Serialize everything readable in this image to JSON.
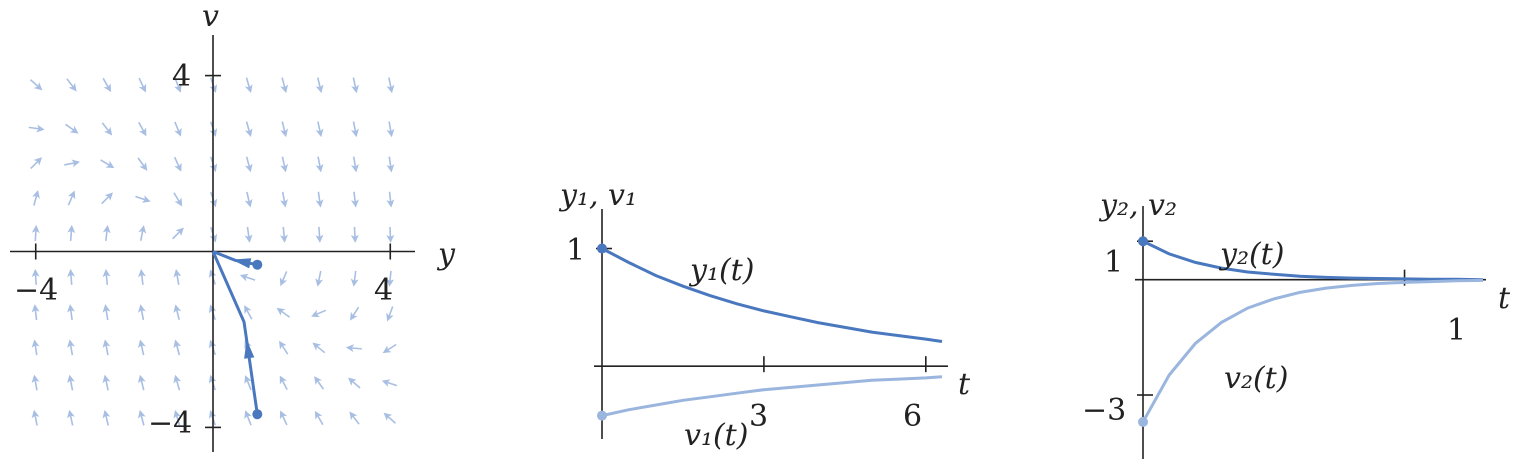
{
  "colors": {
    "dark": "#4a78bf",
    "light": "#9ab5de",
    "axis": "#222222",
    "field": "#a8bfe3"
  },
  "chart_data": [
    {
      "type": "scatter",
      "subtype": "phase-plane",
      "xlabel": "y",
      "ylabel": "v",
      "xlim": [
        -4.4,
        4.4
      ],
      "ylim": [
        -4.4,
        4.4
      ],
      "xticks": [
        {
          "v": -4,
          "label": "−4"
        },
        {
          "v": 4,
          "label": "4"
        }
      ],
      "yticks": [
        {
          "v": 4,
          "label": "4"
        },
        {
          "v": -4,
          "label": "−4"
        }
      ],
      "field": {
        "x": [
          -4,
          -3.2,
          -2.4,
          -1.6,
          -0.8,
          0,
          0.8,
          1.6,
          2.4,
          3.2,
          4
        ],
        "y": [
          -3.8,
          -3,
          -2.2,
          -1.4,
          -0.6,
          0.4,
          1.2,
          2,
          2.8,
          3.8
        ]
      },
      "trajectories": [
        {
          "points": [
            [
              1,
              -3.7
            ],
            [
              0.7,
              -1.6
            ],
            [
              0,
              0
            ]
          ],
          "arrow_at": 1
        },
        {
          "points": [
            [
              1,
              -0.3
            ],
            [
              0.5,
              -0.2
            ],
            [
              0,
              0
            ]
          ],
          "arrow_at": 1
        }
      ]
    },
    {
      "type": "line",
      "xlabel": "t",
      "ylabel": "y₁, v₁",
      "xlim": [
        0,
        6.3
      ],
      "ylim": [
        -0.5,
        1.2
      ],
      "xticks": [
        {
          "v": 3,
          "label": "3"
        },
        {
          "v": 6,
          "label": "6"
        }
      ],
      "yticks": [
        {
          "v": 1,
          "label": "1"
        }
      ],
      "series": [
        {
          "name": "y₁(t)",
          "x": [
            0,
            0.5,
            1,
            1.5,
            2,
            2.5,
            3,
            3.5,
            4,
            4.5,
            5,
            5.5,
            6,
            6.3
          ],
          "y": [
            1,
            0.88,
            0.77,
            0.68,
            0.6,
            0.53,
            0.47,
            0.42,
            0.37,
            0.33,
            0.29,
            0.26,
            0.23,
            0.21
          ],
          "color": "dark"
        },
        {
          "name": "v₁(t)",
          "x": [
            0,
            0.5,
            1,
            1.5,
            2,
            2.5,
            3,
            3.5,
            4,
            4.5,
            5,
            5.5,
            6,
            6.3
          ],
          "y": [
            -0.42,
            -0.37,
            -0.33,
            -0.29,
            -0.26,
            -0.23,
            -0.2,
            -0.18,
            -0.16,
            -0.14,
            -0.12,
            -0.11,
            -0.1,
            -0.09
          ],
          "color": "light"
        }
      ]
    },
    {
      "type": "line",
      "xlabel": "t",
      "ylabel": "y₂, v₂",
      "xlim": [
        0,
        1.3
      ],
      "ylim": [
        -4.3,
        1.5
      ],
      "xticks": [
        {
          "v": 1,
          "label": "1"
        }
      ],
      "yticks": [
        {
          "v": 1,
          "label": "1"
        },
        {
          "v": -3,
          "label": "−3"
        }
      ],
      "series": [
        {
          "name": "y₂(t)",
          "x": [
            0,
            0.1,
            0.2,
            0.3,
            0.4,
            0.5,
            0.6,
            0.7,
            0.8,
            0.9,
            1,
            1.1,
            1.2,
            1.3
          ],
          "y": [
            1,
            0.67,
            0.45,
            0.3,
            0.2,
            0.14,
            0.09,
            0.06,
            0.04,
            0.03,
            0.02,
            0.01,
            0.01,
            0.0
          ],
          "color": "dark"
        },
        {
          "name": "v₂(t)",
          "x": [
            0,
            0.1,
            0.2,
            0.3,
            0.4,
            0.5,
            0.6,
            0.7,
            0.8,
            0.9,
            1,
            1.1,
            1.2,
            1.3
          ],
          "y": [
            -3.7,
            -2.48,
            -1.66,
            -1.11,
            -0.74,
            -0.5,
            -0.33,
            -0.22,
            -0.15,
            -0.1,
            -0.07,
            -0.05,
            -0.03,
            -0.02
          ],
          "color": "light"
        }
      ]
    }
  ]
}
